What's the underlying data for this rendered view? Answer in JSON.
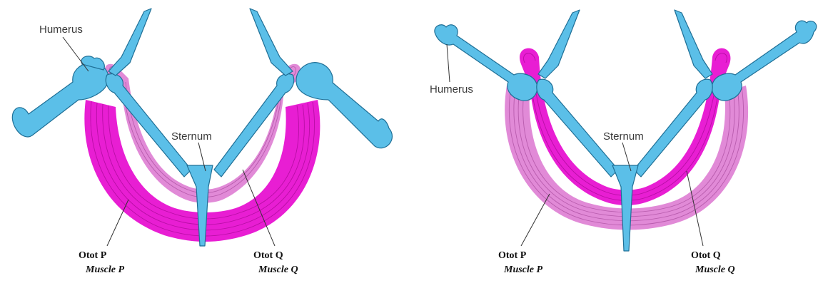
{
  "colors": {
    "bone": "#5bbfe8",
    "muscle_bright": "#e81ed3",
    "muscle_pale": "#e18ad7",
    "muscle_line_bright": "#b80ea5",
    "muscle_line_pale": "#b85cad"
  },
  "panels": [
    {
      "labels": {
        "humerus": "Humerus",
        "sternum": "Sternum",
        "muscle_p_native": "Otot P",
        "muscle_p_english": "Muscle P",
        "muscle_q_native": "Otot Q",
        "muscle_q_english": "Muscle Q"
      },
      "outer_muscle": "bright",
      "inner_muscle": "pale"
    },
    {
      "labels": {
        "humerus": "Humerus",
        "sternum": "Sternum",
        "muscle_p_native": "Otot P",
        "muscle_p_english": "Muscle P",
        "muscle_q_native": "Otot Q",
        "muscle_q_english": "Muscle Q"
      },
      "outer_muscle": "pale",
      "inner_muscle": "bright"
    }
  ]
}
